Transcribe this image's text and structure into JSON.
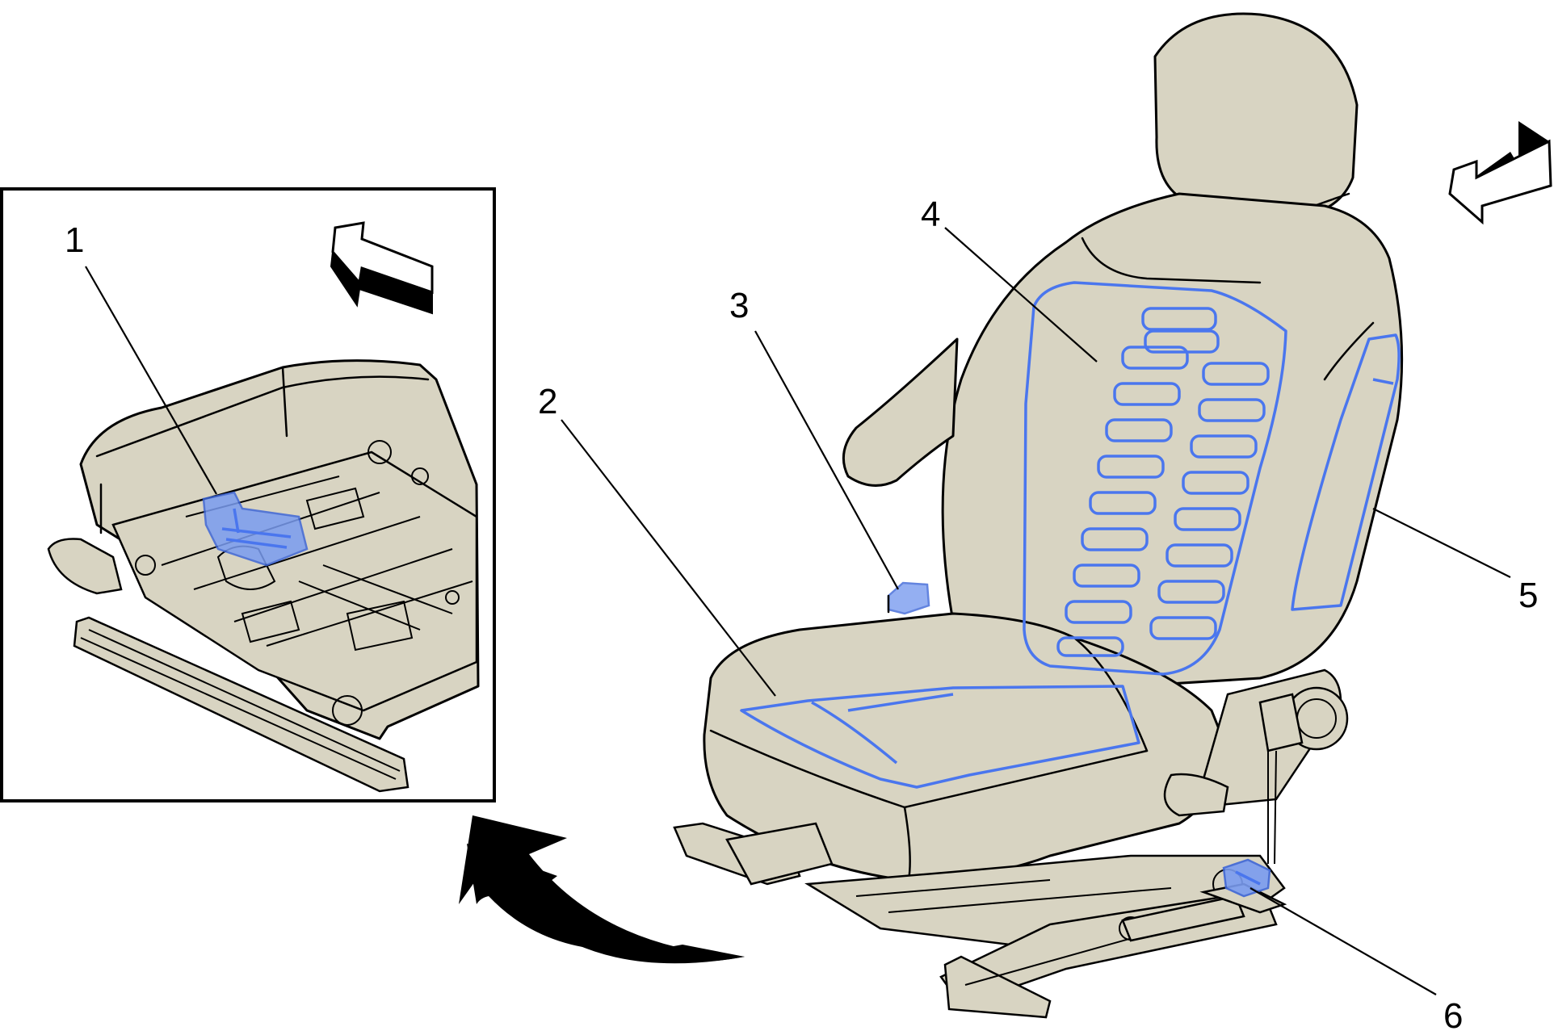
{
  "callouts": [
    {
      "id": "1",
      "label": "1"
    },
    {
      "id": "2",
      "label": "2"
    },
    {
      "id": "3",
      "label": "3"
    },
    {
      "id": "4",
      "label": "4"
    },
    {
      "id": "5",
      "label": "5"
    },
    {
      "id": "6",
      "label": "6"
    }
  ],
  "colors": {
    "seat": "#d8d4c2",
    "highlight": "#4a76ee",
    "outline": "#000000"
  },
  "icons": [
    "view-direction-arrow-icon",
    "rotation-arrow-icon"
  ]
}
